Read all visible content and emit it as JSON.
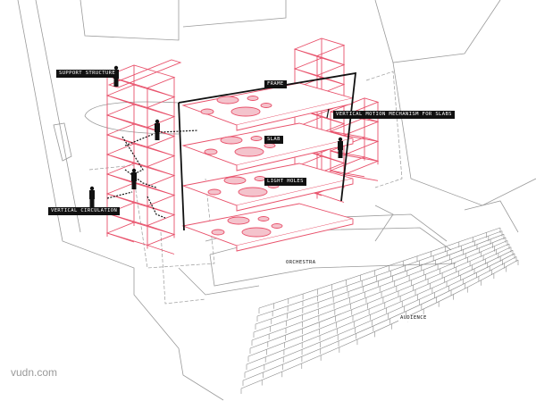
{
  "labels": {
    "support_structure": "SUPPORT STRUCTURE",
    "frame": "FRAME",
    "vertical_motion": "VERTICAL MOTION MECHANISM FOR SLABS",
    "slab": "SLAB",
    "light_holes": "LIGHT HOLES",
    "vertical_circulation": "VERTICAL CIRCULATION",
    "orchestra": "ORCHESTRA",
    "audience": "AUDIENCE"
  },
  "watermark": "vudn.com",
  "colors": {
    "structure": "#e8506a",
    "lines": "#9a9a9a",
    "ink": "#111111"
  }
}
